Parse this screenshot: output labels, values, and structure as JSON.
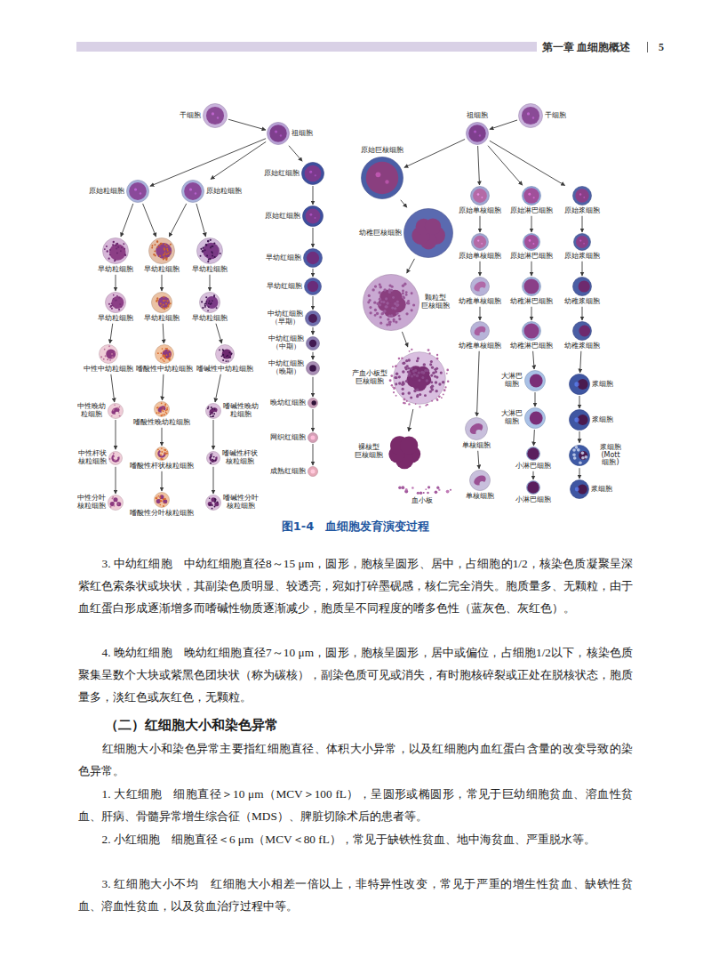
{
  "diagram": {
    "caption": "图1-4　血细胞发育演变过程",
    "nodes": [
      {
        "text": [
          "干细胞"
        ]
      },
      {
        "text": [
          "祖细胞"
        ]
      },
      {
        "text": [
          "原始粒细胞"
        ]
      },
      {
        "text": [
          "原始粒细胞"
        ]
      },
      {
        "text": [
          "早幼粒细胞"
        ]
      },
      {
        "text": [
          "早幼粒细胞"
        ]
      },
      {
        "text": [
          "早幼粒细胞"
        ]
      },
      {
        "text": [
          "早幼粒细胞"
        ]
      },
      {
        "text": [
          "早幼粒细胞"
        ]
      },
      {
        "text": [
          "早幼粒细胞"
        ]
      },
      {
        "text": [
          "中性中幼粒细胞"
        ]
      },
      {
        "text": [
          "嗜酸性中幼粒细胞"
        ]
      },
      {
        "text": [
          "嗜碱性中幼粒细胞"
        ]
      },
      {
        "text": [
          "中性晚幼 粒细胞"
        ]
      },
      {
        "text": [
          "嗜酸性晚幼粒细胞"
        ]
      },
      {
        "text": [
          "嗜碱性晚幼 粒细胞"
        ]
      },
      {
        "text": [
          "中性杆状 核粒细胞"
        ]
      },
      {
        "text": [
          "嗜酸性杆状核粒细胞"
        ]
      },
      {
        "text": [
          "嗜碱性杆状 核粒细胞"
        ]
      },
      {
        "text": [
          "中性分叶 核粒细胞"
        ]
      },
      {
        "text": [
          "嗜酸性分叶核粒细胞"
        ]
      },
      {
        "text": [
          "嗜碱性分叶 核粒细胞"
        ]
      },
      {
        "text": [
          "原始红细胞"
        ]
      },
      {
        "text": [
          "原始红细胞"
        ]
      },
      {
        "text": [
          "早幼红细胞"
        ]
      },
      {
        "text": [
          "早幼红细胞"
        ]
      },
      {
        "text": [
          "中幼红细胞 （早期）"
        ]
      },
      {
        "text": [
          "中幼红细胞 （中期）"
        ]
      },
      {
        "text": [
          "中幼红细胞 （晚期）"
        ]
      },
      {
        "text": [
          "晚幼红细胞"
        ]
      },
      {
        "text": [
          "网织红细胞"
        ]
      },
      {
        "text": [
          "成熟红细胞"
        ]
      },
      {
        "text": [
          "祖细胞"
        ]
      },
      {
        "text": [
          "干细胞"
        ]
      },
      {
        "text": [
          "原始巨核细胞"
        ]
      },
      {
        "text": [
          "幼稚巨核细胞"
        ]
      },
      {
        "text": [
          "颗粒型 巨核细胞"
        ]
      },
      {
        "text": [
          "产血小板型 巨核细胞"
        ]
      },
      {
        "text": [
          "裸核型 巨核细胞"
        ]
      },
      {
        "text": [
          "血小板"
        ]
      },
      {
        "text": [
          "原始单核细胞"
        ]
      },
      {
        "text": [
          "原始单核细胞"
        ]
      },
      {
        "text": [
          "幼稚单核细胞"
        ]
      },
      {
        "text": [
          "幼稚单核细胞"
        ]
      },
      {
        "text": [
          "单核细胞"
        ]
      },
      {
        "text": [
          "单核细胞"
        ]
      },
      {
        "text": [
          "原始淋巴细胞"
        ]
      },
      {
        "text": [
          "原始淋巴细胞"
        ]
      },
      {
        "text": [
          "幼稚淋巴细胞"
        ]
      },
      {
        "text": [
          "幼稚淋巴细胞"
        ]
      },
      {
        "text": [
          "大淋巴 细胞"
        ]
      },
      {
        "text": [
          "大淋巴 细胞"
        ]
      },
      {
        "text": [
          "小淋巴细胞"
        ]
      },
      {
        "text": [
          "小淋巴细胞"
        ]
      },
      {
        "text": [
          "原始浆细胞"
        ]
      },
      {
        "text": [
          "原始浆细胞"
        ]
      },
      {
        "text": [
          "幼稚浆细胞"
        ]
      },
      {
        "text": [
          "幼稚浆细胞"
        ]
      },
      {
        "text": [
          "浆细胞"
        ]
      },
      {
        "text": [
          "浆细胞"
        ]
      },
      {
        "text": [
          "浆细胞 (Mott 细胞)"
        ]
      },
      {
        "text": [
          "浆细胞"
        ]
      }
    ],
    "edges": [
      {
        "from": 0,
        "to": 1,
        "arrow": "to"
      },
      {
        "from": 1,
        "to": 2,
        "arrow": "to"
      },
      {
        "from": 1,
        "to": 3,
        "arrow": "to"
      },
      {
        "from": 1,
        "to": 22,
        "arrow": "to"
      },
      {
        "from": 2,
        "to": 4,
        "arrow": "to"
      },
      {
        "from": 2,
        "to": 5,
        "arrow": "to"
      },
      {
        "from": 3,
        "to": 5,
        "arrow": "to"
      },
      {
        "from": 3,
        "to": 6,
        "arrow": "to"
      },
      {
        "from": 4,
        "to": 7,
        "arrow": "to"
      },
      {
        "from": 5,
        "to": 8,
        "arrow": "to"
      },
      {
        "from": 6,
        "to": 9,
        "arrow": "to"
      },
      {
        "from": 7,
        "to": 10,
        "arrow": "to"
      },
      {
        "from": 8,
        "to": 11,
        "arrow": "to"
      },
      {
        "from": 9,
        "to": 12,
        "arrow": "to"
      },
      {
        "from": 10,
        "to": 13,
        "arrow": "to"
      },
      {
        "from": 11,
        "to": 14,
        "arrow": "to"
      },
      {
        "from": 12,
        "to": 15,
        "arrow": "to"
      },
      {
        "from": 13,
        "to": 16,
        "arrow": "to"
      },
      {
        "from": 14,
        "to": 17,
        "arrow": "to"
      },
      {
        "from": 15,
        "to": 18,
        "arrow": "to"
      },
      {
        "from": 16,
        "to": 19,
        "arrow": "to"
      },
      {
        "from": 17,
        "to": 20,
        "arrow": "to"
      },
      {
        "from": 18,
        "to": 21,
        "arrow": "to"
      },
      {
        "from": 22,
        "to": 23,
        "arrow": "to"
      },
      {
        "from": 23,
        "to": 24,
        "arrow": "to"
      },
      {
        "from": 24,
        "to": 25,
        "arrow": "to"
      },
      {
        "from": 25,
        "to": 26,
        "arrow": "to"
      },
      {
        "from": 26,
        "to": 27,
        "arrow": "to"
      },
      {
        "from": 27,
        "to": 28,
        "arrow": "to"
      },
      {
        "from": 28,
        "to": 29,
        "arrow": "to"
      },
      {
        "from": 29,
        "to": 30,
        "arrow": "to"
      },
      {
        "from": 30,
        "to": 31,
        "arrow": "to"
      },
      {
        "from": 33,
        "to": 32,
        "arrow": "to"
      },
      {
        "from": 32,
        "to": 34,
        "arrow": "to"
      },
      {
        "from": 32,
        "to": 40,
        "arrow": "to"
      },
      {
        "from": 32,
        "to": 46,
        "arrow": "to"
      },
      {
        "from": 32,
        "to": 54,
        "arrow": "to"
      },
      {
        "from": 34,
        "to": 35,
        "arrow": "to"
      },
      {
        "from": 35,
        "to": 36,
        "arrow": "to"
      },
      {
        "from": 36,
        "to": 37,
        "arrow": "to"
      },
      {
        "from": 37,
        "to": 38,
        "arrow": "to"
      },
      {
        "from": 40,
        "to": 41,
        "arrow": "to"
      },
      {
        "from": 41,
        "to": 42,
        "arrow": "to"
      },
      {
        "from": 42,
        "to": 43,
        "arrow": "to"
      },
      {
        "from": 43,
        "to": 44,
        "arrow": "to"
      },
      {
        "from": 44,
        "to": 45,
        "arrow": "to"
      },
      {
        "from": 46,
        "to": 47,
        "arrow": "to"
      },
      {
        "from": 47,
        "to": 48,
        "arrow": "to"
      },
      {
        "from": 48,
        "to": 49,
        "arrow": "to"
      },
      {
        "from": 49,
        "to": 50,
        "arrow": "to"
      },
      {
        "from": 50,
        "to": 51,
        "arrow": "to"
      },
      {
        "from": 51,
        "to": 52,
        "arrow": "to"
      },
      {
        "from": 52,
        "to": 53,
        "arrow": "to"
      },
      {
        "from": 54,
        "to": 55,
        "arrow": "to"
      },
      {
        "from": 55,
        "to": 56,
        "arrow": "to"
      },
      {
        "from": 56,
        "to": 57,
        "arrow": "to"
      },
      {
        "from": 57,
        "to": 58,
        "arrow": "to"
      },
      {
        "from": 58,
        "to": 59,
        "arrow": "to"
      },
      {
        "from": 59,
        "to": 60,
        "arrow": "to"
      },
      {
        "from": 60,
        "to": 61,
        "arrow": "to"
      }
    ],
    "labels": [
      "第一章 血细胞概述",
      "5",
      "3. 中幼红细胞　中幼红细胞直径8～15 μm，圆形，胞核呈圆形、居中，占细胞的1/2，核染色质凝聚呈深紫红色索条状或块状，其副染色质明显、较透亮，宛如打碎墨砚感，核仁完全消失。胞质量多、无颗粒，由于血红蛋白形成逐渐增多而嗜碱性物质逐渐减少，胞质呈不同程度的嗜多色性（蓝灰色、灰红色）。",
      "4. 晚幼红细胞　晚幼红细胞直径7～10 μm，圆形，胞核呈圆形，居中或偏位，占细胞1/2以下，核染色质聚集呈数个大块或紫黑色团块状（称为碳核），副染色质可见或消失，有时胞核碎裂或正处在脱核状态，胞质量多，淡红色或灰红色，无颗粒。",
      "（二）红细胞大小和染色异常",
      "红细胞大小和染色异常主要指红细胞直径、体积大小异常，以及红细胞内血红蛋白含量的改变导致的染色异常。",
      "1. 大红细胞　细胞直径＞10 μm（MCV＞100 fL），呈圆形或椭圆形，常见于巨幼细胞贫血、溶血性贫血、肝病、骨髓异常增生综合征（MDS）、脾脏切除术后的患者等。",
      "2. 小红细胞　细胞直径＜6 μm（MCV＜80 fL），常见于缺铁性贫血、地中海贫血、严重脱水等。",
      "3. 红细胞大小不均　红细胞大小相差一倍以上，非特异性改变，常见于严重的增生性贫血、缺铁性贫血、溶血性贫血，以及贫血治疗过程中等。"
    ]
  }
}
